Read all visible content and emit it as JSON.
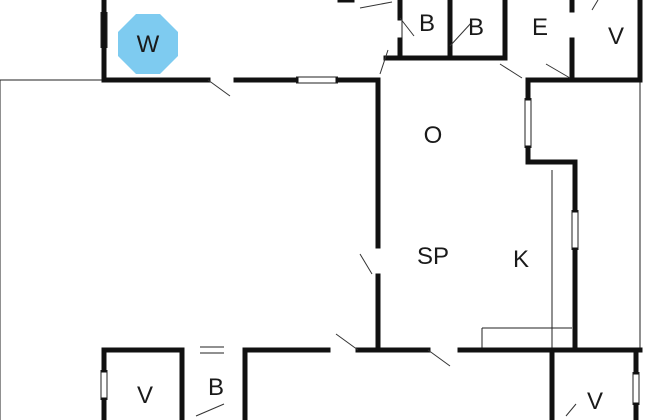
{
  "floor_plan": {
    "badge": {
      "label": "W",
      "color": "#7ecbf0"
    },
    "rooms": {
      "b1": "B",
      "b2": "B",
      "e": "E",
      "v_top": "V",
      "o": "O",
      "sp": "SP",
      "k": "K",
      "v_bottom_left": "V",
      "b_bottom": "B",
      "v_bottom_right": "V"
    }
  }
}
